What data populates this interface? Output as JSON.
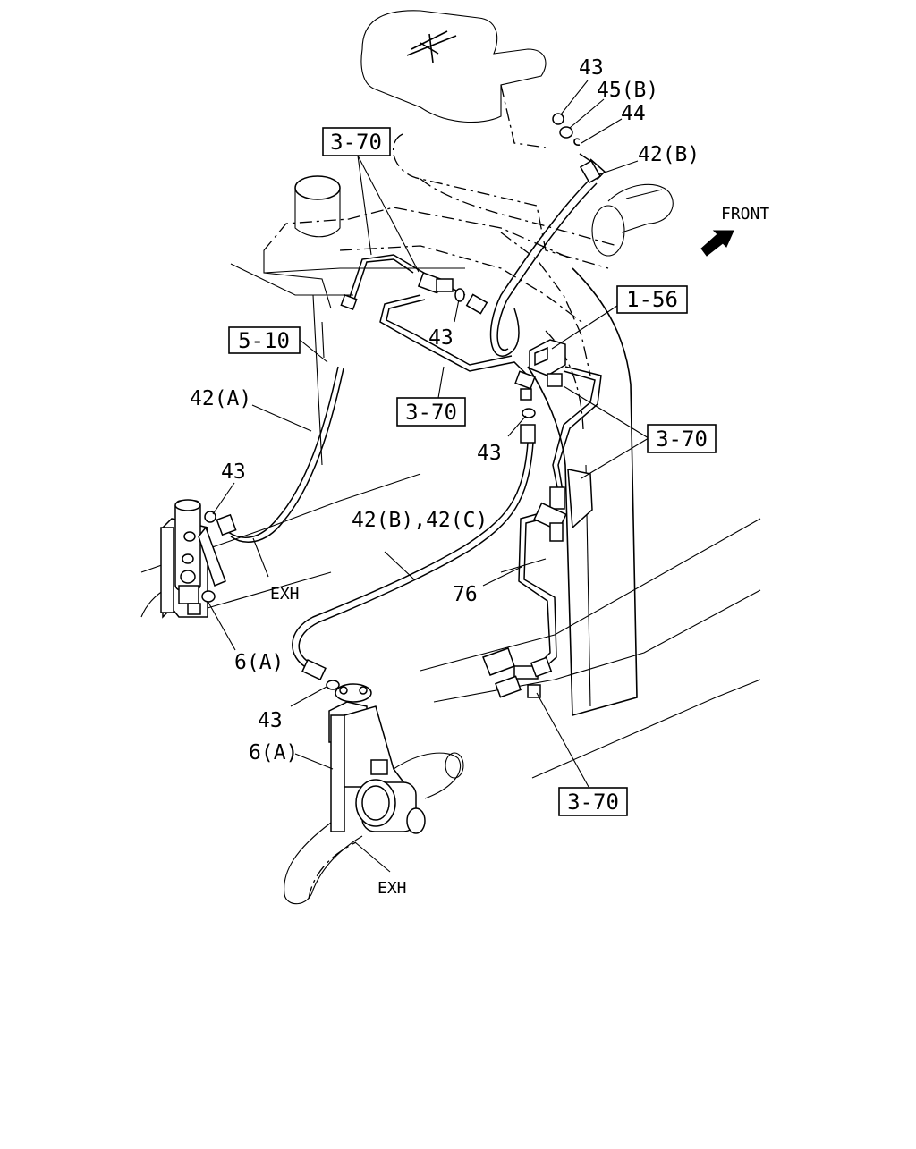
{
  "diagram": {
    "direction_label": "FRONT",
    "refs": {
      "ref_3_70_top": "3-70",
      "ref_5_10": "5-10",
      "ref_3_70_mid": "3-70",
      "ref_1_56": "1-56",
      "ref_3_70_right": "3-70",
      "ref_3_70_bottom": "3-70"
    },
    "labels": {
      "l43_top": "43",
      "l45b": "45(B)",
      "l44": "44",
      "l42b_top": "42(B)",
      "l43_center": "43",
      "l42a": "42(A)",
      "l43_left": "43",
      "l43_right": "43",
      "l42bc": "42(B),42(C)",
      "exh_left": "EXH",
      "l76": "76",
      "l6a_left": "6(A)",
      "l43_bottom": "43",
      "l6a_bottom": "6(A)",
      "exh_bottom": "EXH"
    }
  }
}
